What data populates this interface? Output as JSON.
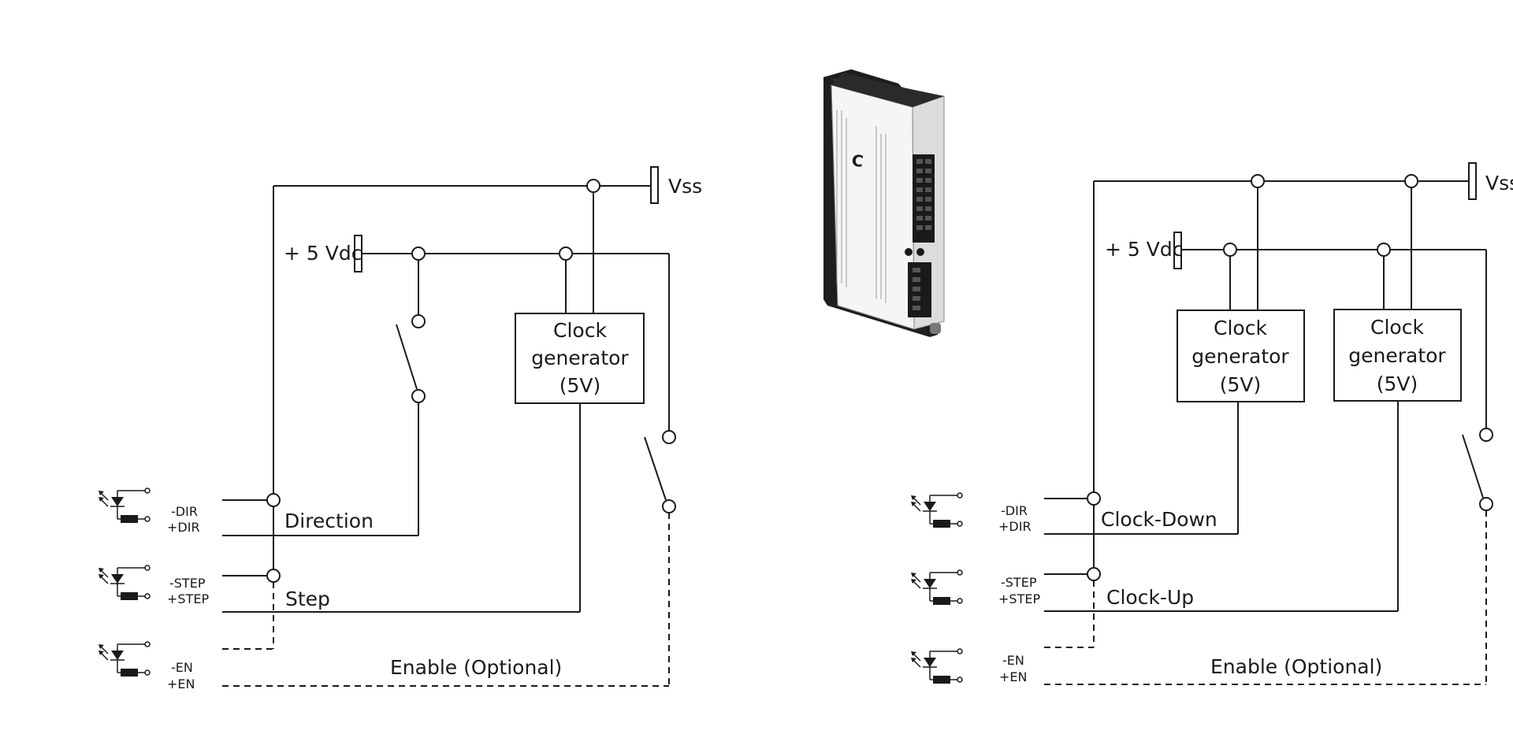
{
  "left_circuit": {
    "vss_label": "Vss",
    "vdc_label": "+ 5 Vdc",
    "clock_lines": [
      "Clock",
      "generator",
      "(5V)"
    ],
    "direction_label": "Direction",
    "step_label": "Step",
    "enable_label": "Enable (Optional)",
    "pins": {
      "dir_minus": "-DIR",
      "dir_plus": "+DIR",
      "step_minus": "-STEP",
      "step_plus": "+STEP",
      "en_minus": "-EN",
      "en_plus": "+EN"
    }
  },
  "right_circuit": {
    "vss_label": "Vss",
    "vdc_label": "+ 5 Vdc",
    "clock1_lines": [
      "Clock",
      "generator",
      "(5V)"
    ],
    "clock2_lines": [
      "Clock",
      "generator",
      "(5V)"
    ],
    "clock_down_label": "Clock-Down",
    "clock_up_label": "Clock-Up",
    "enable_label": "Enable (Optional)",
    "pins": {
      "dir_minus": "-DIR",
      "dir_plus": "+DIR",
      "step_minus": "-STEP",
      "step_plus": "+STEP",
      "en_minus": "-EN",
      "en_plus": "+EN"
    }
  },
  "device": {
    "icon": "stepper-driver-image"
  }
}
